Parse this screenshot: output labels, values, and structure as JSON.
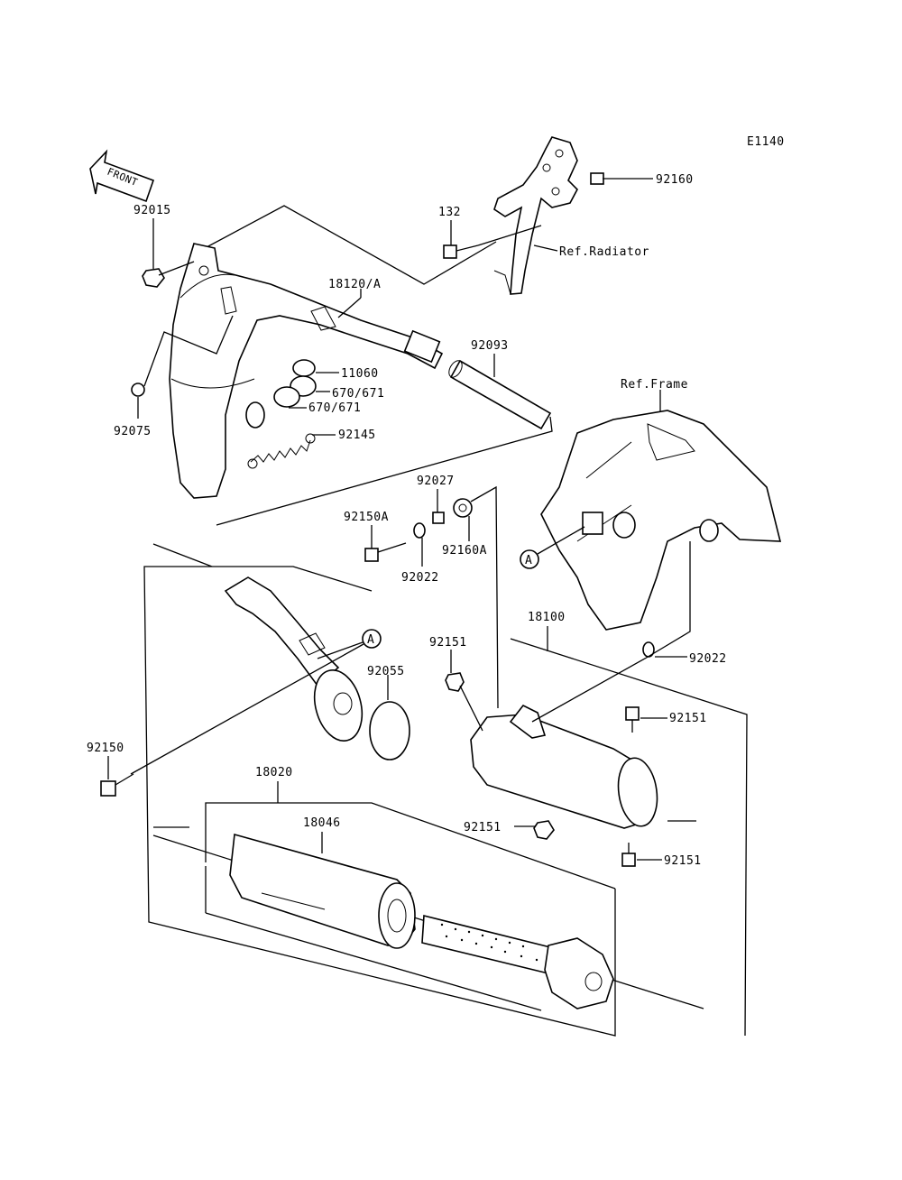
{
  "diagram_code": "E1140",
  "front_arrow": "FRONT",
  "ref_labels": {
    "radiator": "Ref.Radiator",
    "frame": "Ref.Frame"
  },
  "callout_marker": "A",
  "parts": [
    {
      "id": "p92160",
      "label": "92160"
    },
    {
      "id": "p132",
      "label": "132"
    },
    {
      "id": "p92015",
      "label": "92015"
    },
    {
      "id": "p18120A",
      "label": "18120/A"
    },
    {
      "id": "p92093",
      "label": "92093"
    },
    {
      "id": "p11060",
      "label": "11060"
    },
    {
      "id": "p670a",
      "label": "670/671"
    },
    {
      "id": "p670b",
      "label": "670/671"
    },
    {
      "id": "p92075",
      "label": "92075"
    },
    {
      "id": "p92145",
      "label": "92145"
    },
    {
      "id": "p92027",
      "label": "92027"
    },
    {
      "id": "p92150A",
      "label": "92150A"
    },
    {
      "id": "p92160A",
      "label": "92160A"
    },
    {
      "id": "p92022a",
      "label": "92022"
    },
    {
      "id": "p18100",
      "label": "18100"
    },
    {
      "id": "p92151a",
      "label": "92151"
    },
    {
      "id": "p92055",
      "label": "92055"
    },
    {
      "id": "p92022b",
      "label": "92022"
    },
    {
      "id": "p92151b",
      "label": "92151"
    },
    {
      "id": "p92150",
      "label": "92150"
    },
    {
      "id": "p18020",
      "label": "18020"
    },
    {
      "id": "p18046",
      "label": "18046"
    },
    {
      "id": "p92151c",
      "label": "92151"
    },
    {
      "id": "p92151d",
      "label": "92151"
    }
  ]
}
